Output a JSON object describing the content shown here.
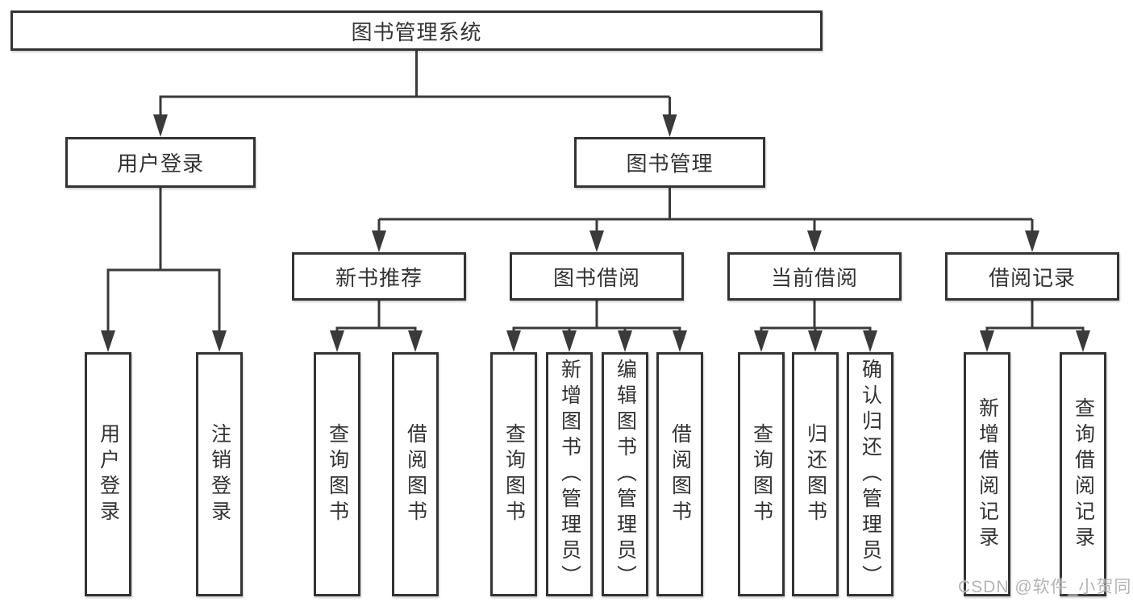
{
  "diagram": {
    "root": "图书管理系统",
    "level2": [
      {
        "label": "用户登录"
      },
      {
        "label": "图书管理"
      }
    ],
    "level3": [
      {
        "label": "新书推荐"
      },
      {
        "label": "图书借阅"
      },
      {
        "label": "当前借阅"
      },
      {
        "label": "借阅记录"
      }
    ],
    "leaves": [
      {
        "label": "用户登录",
        "parent": "用户登录"
      },
      {
        "label": "注销登录",
        "parent": "用户登录"
      },
      {
        "label": "查询图书",
        "parent": "新书推荐"
      },
      {
        "label": "借阅图书",
        "parent": "新书推荐"
      },
      {
        "label": "查询图书",
        "parent": "图书借阅"
      },
      {
        "label": "新增图书（管理员）",
        "parent": "图书借阅"
      },
      {
        "label": "编辑图书（管理员）",
        "parent": "图书借阅"
      },
      {
        "label": "借阅图书",
        "parent": "图书借阅"
      },
      {
        "label": "查询图书",
        "parent": "当前借阅"
      },
      {
        "label": "归还图书",
        "parent": "当前借阅"
      },
      {
        "label": "确认归还（管理员）",
        "parent": "当前借阅"
      },
      {
        "label": "新增借阅记录",
        "parent": "借阅记录"
      },
      {
        "label": "查询借阅记录",
        "parent": "借阅记录"
      }
    ]
  },
  "watermark": "CSDN @软件_小贺同学",
  "colors": {
    "line": "#3a3a3a",
    "box_border": "#333333",
    "box_fill": "#ffffff",
    "text": "#333333",
    "watermark": "#b5b5b5",
    "background": "#ffffff"
  }
}
